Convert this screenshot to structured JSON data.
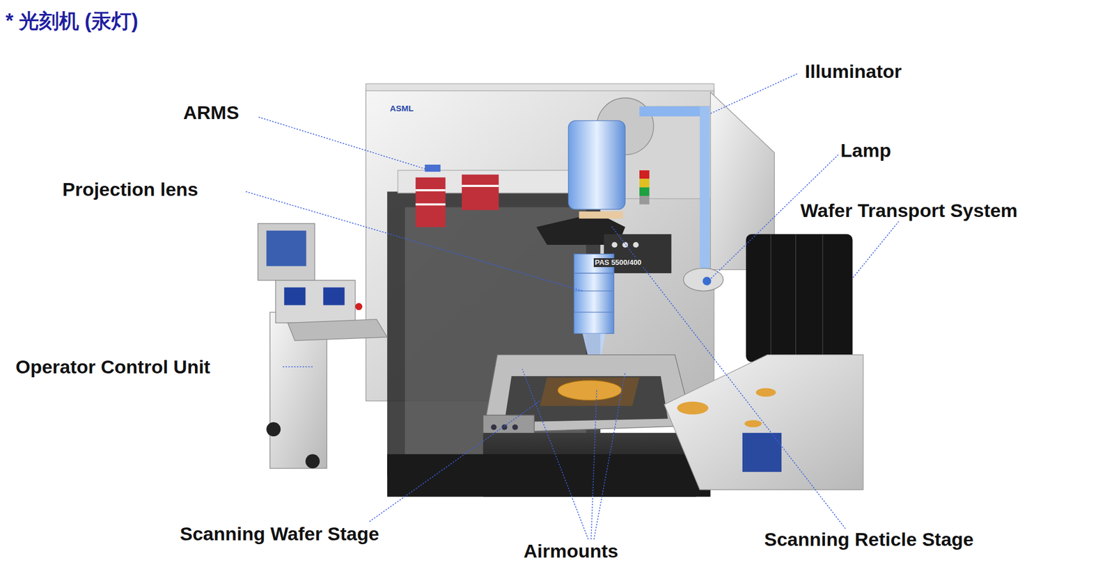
{
  "diagram": {
    "title": "* 光刻机 (汞灯)",
    "labels": [
      "Illuminator",
      "ARMS",
      "ASML",
      "Lamp",
      "Projection lens",
      "Wafer Transport System",
      "PAS 5500/400",
      "Operator Control Unit",
      "Scanning Wafer Stage",
      "Scanning Reticle Stage",
      "Airmounts"
    ]
  }
}
